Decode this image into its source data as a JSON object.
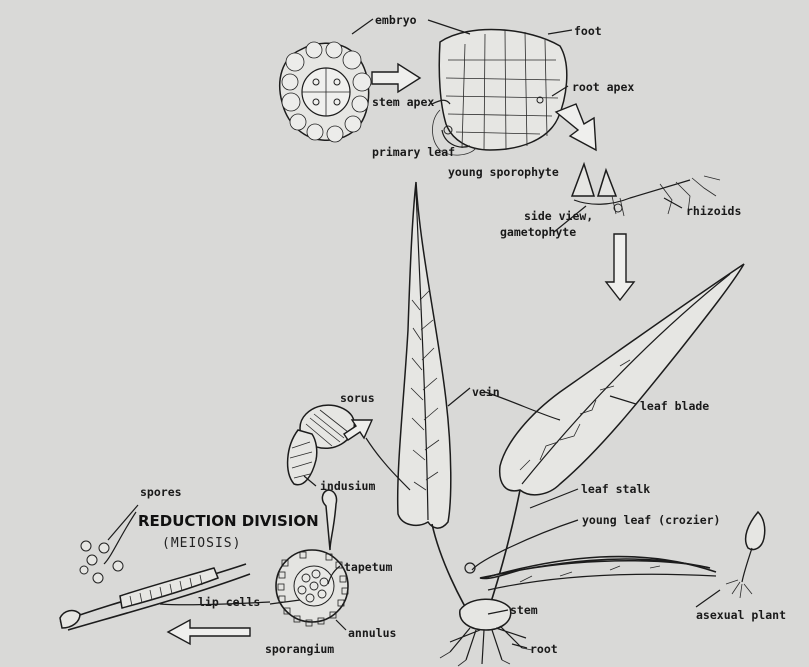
{
  "labels": {
    "embryo": "embryo",
    "foot": "foot",
    "stem_apex": "stem apex",
    "root_apex": "root apex",
    "primary_leaf": "primary leaf",
    "young_sporophyte": "young sporophyte",
    "side_view": "side view,",
    "gametophyte": "gametophyte",
    "rhizoids": "rhizoids",
    "sorus": "sorus",
    "vein": "vein",
    "leaf_blade": "leaf blade",
    "indusium": "indusium",
    "leaf_stalk": "leaf stalk",
    "spores": "spores",
    "reduction_division": "REDUCTION DIVISION",
    "meiosis": "(MEIOSIS)",
    "young_leaf": "young leaf (crozier)",
    "tapetum": "tapetum",
    "lip_cells": "lip cells",
    "stem": "stem",
    "asexual_plant": "asexual plant",
    "annulus": "annulus",
    "sporangium": "sporangium",
    "root": "root"
  }
}
